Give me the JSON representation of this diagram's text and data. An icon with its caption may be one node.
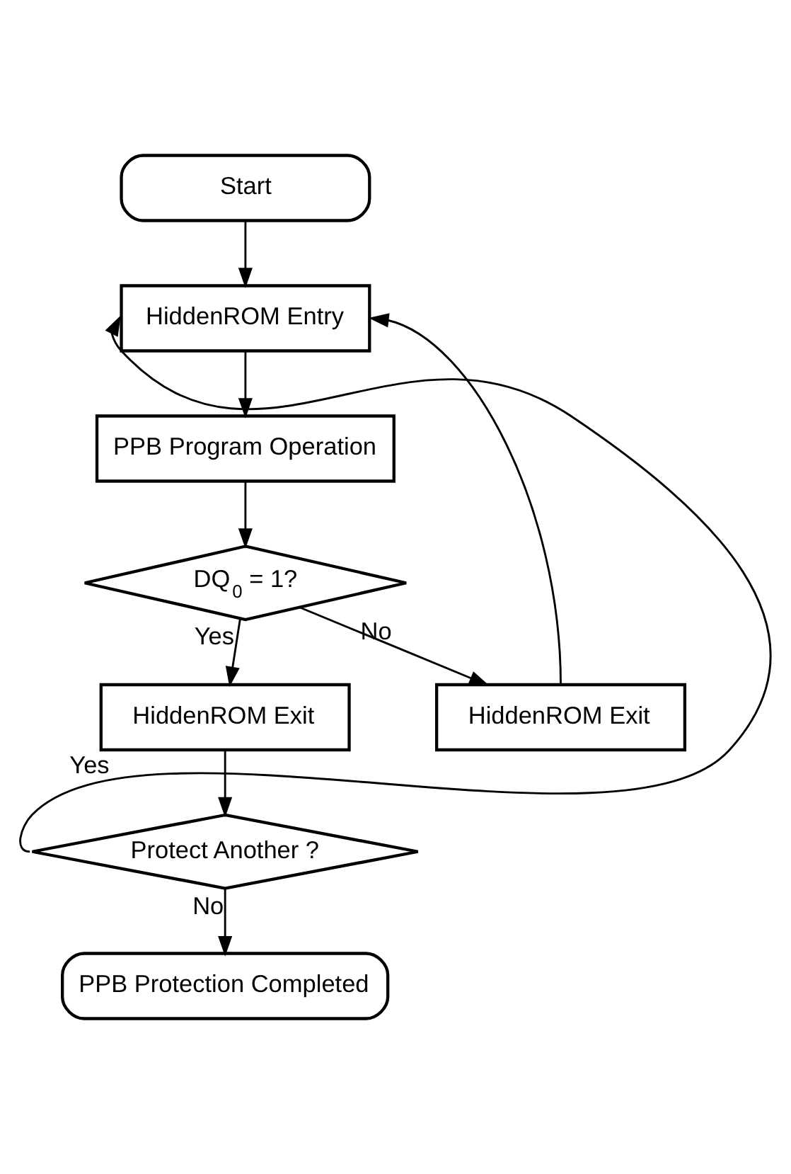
{
  "diagram": {
    "nodes": [
      {
        "text": [
          "Start"
        ]
      },
      {
        "text": [
          "HiddenROM Entry"
        ]
      },
      {
        "text": [
          "PPB Program Operation"
        ]
      },
      {
        "text": [
          "DQ$_{0}$ = 1?"
        ]
      },
      {
        "text": [
          "HiddenROM Exit"
        ]
      },
      {
        "text": [
          "HiddenROM Exit"
        ]
      },
      {
        "text": [
          "Protect Another ?"
        ]
      },
      {
        "text": [
          "PPB Protection Completed"
        ]
      }
    ],
    "edges": [
      {
        "from": 0,
        "to": 1,
        "arrow": "to"
      },
      {
        "from": 1,
        "to": 2,
        "arrow": "to"
      },
      {
        "from": 2,
        "to": 3,
        "arrow": "to"
      },
      {
        "from": 3,
        "to": 4,
        "arrow": "to",
        "label": "Yes"
      },
      {
        "from": 3,
        "to": 5,
        "arrow": "to",
        "label": "No"
      },
      {
        "from": 5,
        "to": 1,
        "arrow": "to"
      },
      {
        "from": 4,
        "to": 6,
        "arrow": "to"
      },
      {
        "from": 6,
        "to": 1,
        "arrow": "to",
        "label": "Yes"
      },
      {
        "from": 6,
        "to": 7,
        "arrow": "to",
        "label": "No"
      }
    ]
  }
}
